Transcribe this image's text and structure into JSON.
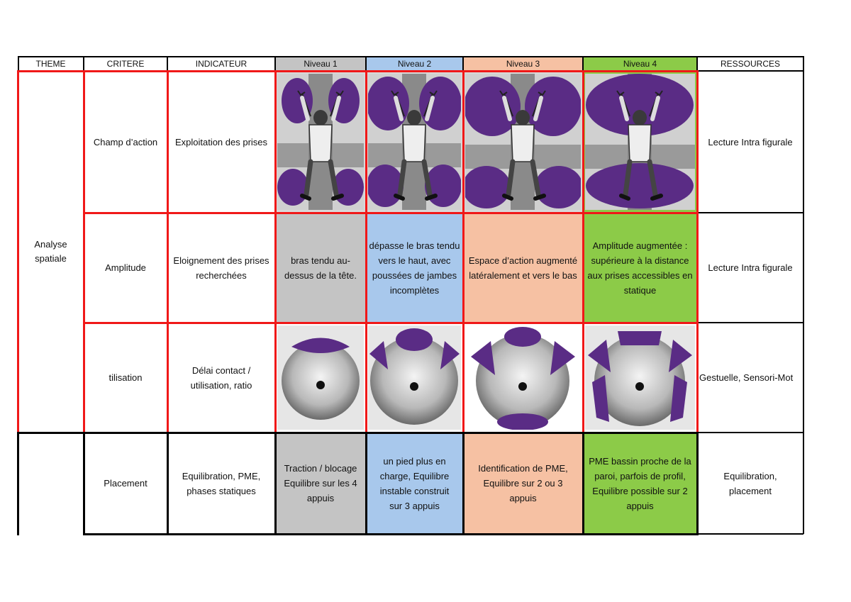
{
  "headers": {
    "theme": "THEME",
    "critere": "CRITERE",
    "indicateur": "INDICATEUR",
    "niveau1": "Niveau 1",
    "niveau2": "Niveau 2",
    "niveau3": "Niveau 3",
    "niveau4": "Niveau 4",
    "ressources": "RESSOURCES"
  },
  "theme": "Analyse spatiale",
  "colors": {
    "niveau1": "#c4c4c4",
    "niveau2": "#a8c8ec",
    "niveau3": "#f6c1a3",
    "niveau4": "#8ccb48",
    "highlight_border": "#f01818",
    "hold_purple": "#5a2c85"
  },
  "rows": [
    {
      "critere": "Champ d’action",
      "indicateur": "Exploitation des prises",
      "niveaux": [
        "climber-figure-reach-1",
        "climber-figure-reach-2",
        "climber-figure-reach-3",
        "climber-figure-reach-4"
      ],
      "ressources": "Lecture Intra figurale"
    },
    {
      "critere": "Amplitude",
      "indicateur": "Eloignement des prises recherchées",
      "niveaux": [
        "bras tendu au-dessus de la tête.",
        "dépasse le bras tendu vers le haut, avec poussées de jambes incomplètes",
        "Espace d’action augmenté latéralement et vers le bas",
        "Amplitude augmentée : supérieure à la distance aux prises accessibles en statique"
      ],
      "ressources": "Lecture Intra figurale"
    },
    {
      "critere": "tilisation",
      "indicateur": "Délai contact / utilisation, ratio",
      "niveaux": [
        "hold-use-diagram-1",
        "hold-use-diagram-2",
        "hold-use-diagram-3",
        "hold-use-diagram-4"
      ],
      "ressources": "Gestuelle, Sensori-Mot"
    },
    {
      "critere": "Placement",
      "indicateur": "Equilibration, PME, phases statiques",
      "niveaux": [
        "Traction / blocage Equilibre sur les 4 appuis",
        "un pied plus en charge, Equilibre instable construit sur 3 appuis",
        "Identification de PME, Equilibre sur 2 ou 3 appuis",
        "PME bassin proche de la paroi, parfois de profil, Equilibre possible sur 2 appuis"
      ],
      "ressources": "Equilibration, placement"
    }
  ]
}
